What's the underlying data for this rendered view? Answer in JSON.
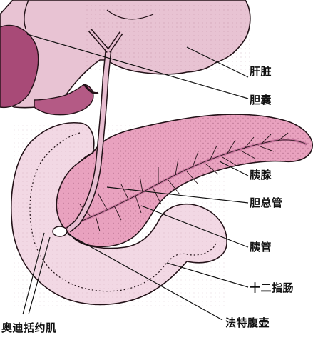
{
  "labels": {
    "liver": "肝脏",
    "gallbladder": "胆囊",
    "pancreas": "胰腺",
    "common_bile_duct": "胆总管",
    "pancreatic_duct": "胰管",
    "duodenum": "十二指肠",
    "sphincter_of_oddi": "奥迪括约肌",
    "ampulla_of_vater": "法特腹壶"
  },
  "colors": {
    "liver": "#e8c3d3",
    "gallbladder": "#b45a85",
    "pancreas": "#e9a2bf",
    "duodenum_wall": "#f2d8e4",
    "duodenum_lumen": "#ffffff",
    "duct": "#c6769d",
    "outline": "#231218"
  }
}
